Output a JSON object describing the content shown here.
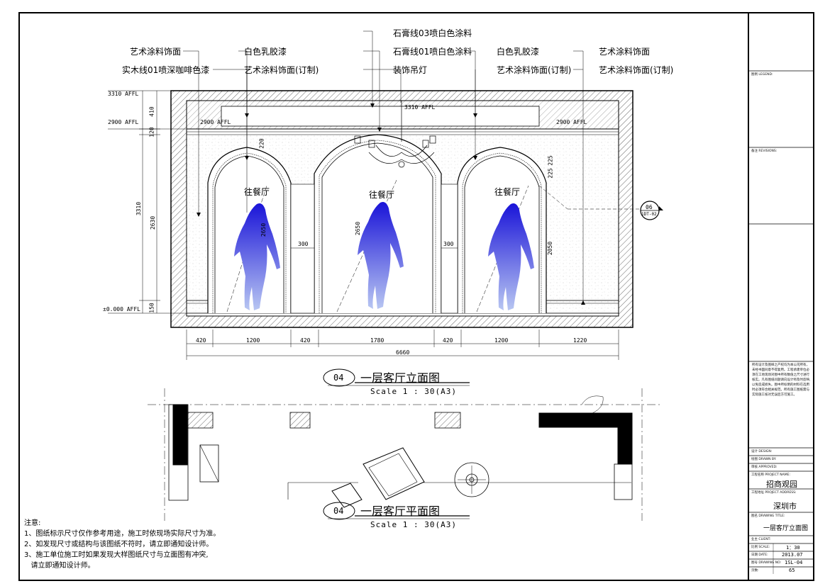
{
  "callouts_top": [
    {
      "id": "c1",
      "text": "艺术涂料饰面"
    },
    {
      "id": "c2",
      "text": "实木线01喷深咖啡色漆"
    },
    {
      "id": "c3",
      "text": "白色乳胶漆"
    },
    {
      "id": "c4",
      "text": "艺术涂料饰面(订制)"
    },
    {
      "id": "c5",
      "text": "石膏线03喷白色涂料"
    },
    {
      "id": "c6",
      "text": "石膏线01喷白色涂料"
    },
    {
      "id": "c7",
      "text": "装饰吊灯"
    },
    {
      "id": "c8",
      "text": "白色乳胶漆"
    },
    {
      "id": "c9",
      "text": "艺术涂料饰面(订制)"
    },
    {
      "id": "c10",
      "text": "艺术涂料饰面"
    },
    {
      "id": "c11",
      "text": "艺术涂料饰面(订制)"
    }
  ],
  "levels": {
    "l1": "3310 AFFL",
    "l2": "2900 AFFL",
    "l3": "±0.000 AFFL",
    "l4": "2900 AFFL",
    "l5": "3310 AFFL",
    "l6": "2900 AFFL"
  },
  "vertical_dims": {
    "v1": "410",
    "v2": "120",
    "v3": "3310",
    "v4": "2630",
    "v5": "150",
    "v6": "220",
    "v7": "2650",
    "v8": "2650",
    "v9": "225",
    "v10": "225",
    "v11": "2050"
  },
  "horizontal_dims": [
    "420",
    "1200",
    "420",
    "1780",
    "420",
    "1200",
    "1220"
  ],
  "total_dim": "6660",
  "gap_dims": [
    "300",
    "300"
  ],
  "arch_labels": [
    "往餐厅",
    "往餐厅",
    "往餐厅"
  ],
  "section_marker": {
    "num": "06",
    "ref": "1DT-02"
  },
  "elevation_title": {
    "num": "04",
    "name": "一层客厅立面图",
    "scale": "Scale 1 : 30(A3)"
  },
  "plan_title": {
    "num": "04",
    "name": "一层客厅平面图",
    "scale": "Scale 1 : 30(A3)"
  },
  "notes": {
    "heading": "注意:",
    "items": [
      "1、图纸标示尺寸仅作参考用途，施工时依现场实际尺寸为准。",
      "2、如发现尺寸或结构与该图纸不符时，请立即通知设计师。",
      "3、施工单位施工时如果发现大样图纸尺寸与立面图有冲突,",
      "   请立即通知设计师。"
    ]
  },
  "title_block": {
    "label_1": "图例 LEGEND:",
    "label_2": "备注 REVISIONS:",
    "notes_text": "所有设计及图样之产权均为本公司所有，未经书面同意不得复用。工程承建单位必须在工地现场对图中所有数值之尺寸进行核实。凡有图纸问题请向设计师及时反映,以免造成损失。图中所标明的材料在选用时必须符合相关规范。所有施工图纸需与实际施工核对无误后方可施工。",
    "design": "设计 DESIGN:",
    "drawn": "绘图 DRAWN BY:",
    "approved": "审核 APPROVED:",
    "project_name_label": "工程名称 PROJECT NAME:",
    "project_name": "招商观园",
    "address_label": "工程地址 PROJECT ADDRESS:",
    "address": "深圳市",
    "drawing_title_label": "图名 DRAWING TITLE:",
    "drawing_title": "一层客厅立面图",
    "client_label": "业主 CLIENT:",
    "scale_label": "比例 SCALE:",
    "scale": "1：30",
    "date_label": "日期 DATE:",
    "date": "2013.07",
    "drawing_no_label": "图号 DRAWING NO:",
    "drawing_no": "1SL-04",
    "page_label": "页数:",
    "page": "65"
  }
}
